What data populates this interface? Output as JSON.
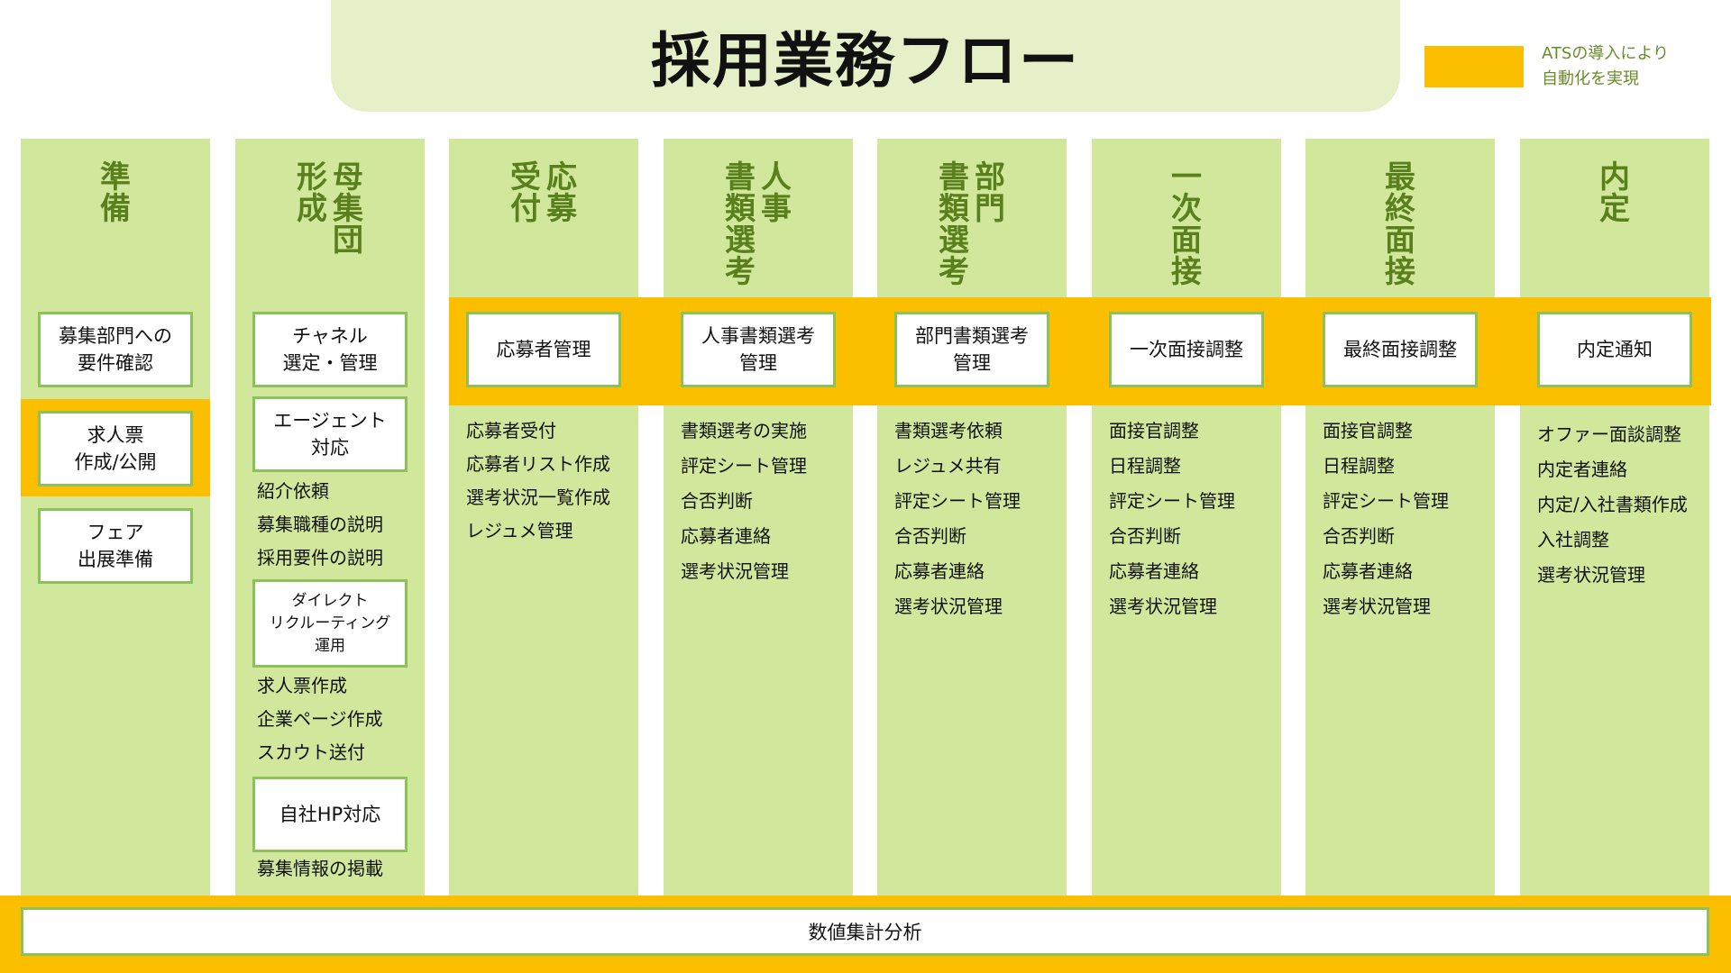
{
  "title": "採用業務フロー",
  "legend": {
    "color": "#fcbf00",
    "label": "ATSの導入により\n自動化を実現"
  },
  "columns": [
    {
      "header": [
        "準備"
      ],
      "boxes": [
        "募集部門への\n要件確認",
        "求人票\n作成/公開",
        "フェア\n出展準備"
      ]
    },
    {
      "header": [
        "母集団",
        "形成"
      ],
      "boxes": [
        "チャネル\n選定・管理",
        "エージェント\n対応",
        "ダイレクト\nリクルーティング\n運用",
        "自社HP対応"
      ],
      "groups": [
        [
          "紹介依頼",
          "募集職種の説明",
          "採用要件の説明"
        ],
        [
          "求人票作成",
          "企業ページ作成",
          "スカウト送付"
        ],
        [
          "募集情報の掲載"
        ]
      ]
    },
    {
      "header": [
        "応募",
        "受付"
      ],
      "box": "応募者管理",
      "items": [
        "応募者受付",
        "応募者リスト作成",
        "選考状況一覧作成",
        "レジュメ管理"
      ]
    },
    {
      "header": [
        "人事",
        "書類選考"
      ],
      "box": "人事書類選考\n管理",
      "items": [
        "書類選考の実施",
        "評定シート管理",
        "合否判断",
        "応募者連絡",
        "選考状況管理"
      ]
    },
    {
      "header": [
        "部門",
        "書類選考"
      ],
      "box": "部門書類選考\n管理",
      "items": [
        "書類選考依頼",
        "レジュメ共有",
        "評定シート管理",
        "合否判断",
        "応募者連絡",
        "選考状況管理"
      ]
    },
    {
      "header": [
        "一次面接"
      ],
      "box": "一次面接調整",
      "items": [
        "面接官調整",
        "日程調整",
        "評定シート管理",
        "合否判断",
        "応募者連絡",
        "選考状況管理"
      ]
    },
    {
      "header": [
        "最終面接"
      ],
      "box": "最終面接調整",
      "items": [
        "面接官調整",
        "日程調整",
        "評定シート管理",
        "合否判断",
        "応募者連絡",
        "選考状況管理"
      ]
    },
    {
      "header": [
        "内定"
      ],
      "box": "内定通知",
      "items": [
        "オファー面談調整",
        "内定者連絡",
        "内定/入社書類作成",
        "入社調整",
        "選考状況管理"
      ]
    }
  ],
  "bottom": "数値集計分析"
}
